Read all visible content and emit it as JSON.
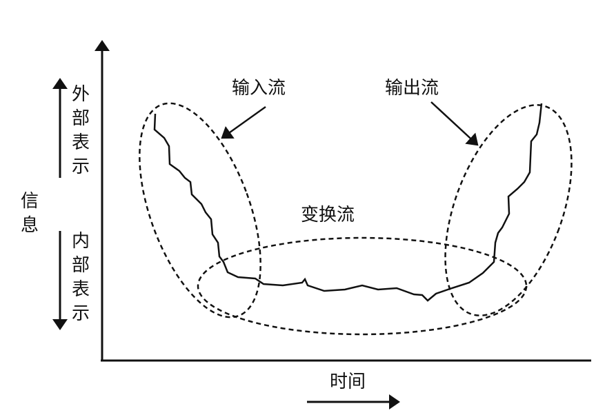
{
  "labels": {
    "input_flow": "输入流",
    "output_flow": "输出流",
    "transform_flow": "变换流",
    "external_repr": [
      "外",
      "部",
      "表",
      "示"
    ],
    "internal_repr": [
      "内",
      "部",
      "表",
      "示"
    ],
    "information": [
      "信",
      "息"
    ],
    "time": "时间"
  },
  "colors": {
    "stroke": "#111111",
    "background": "#ffffff"
  }
}
